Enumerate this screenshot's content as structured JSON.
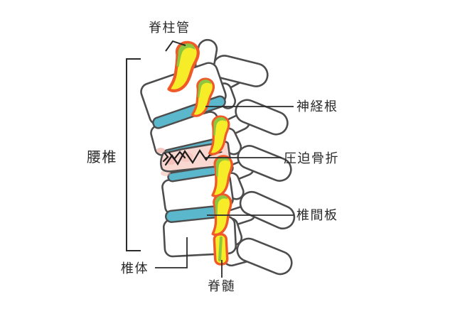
{
  "figure": {
    "labels": {
      "spinal_canal": "脊柱管",
      "nerve_root": "神経根",
      "compression_fracture": "圧迫骨折",
      "intervertebral_disc": "椎間板",
      "lumbar_spine": "腰椎",
      "vertebral_body": "椎体",
      "spinal_cord": "脊髄"
    },
    "colors": {
      "outline": "#4d4d4d",
      "disc": "#5bb7cc",
      "nerve_yellow": "#f6ec28",
      "nerve_green": "#8dc63f",
      "nerve_outline": "#f05a28",
      "fracture_pink": "#f9d8d2",
      "fracture_pink_dark": "#f0b1a6",
      "crack": "#1c1c1c",
      "leader": "#2b2b2b",
      "background": "#ffffff"
    }
  }
}
